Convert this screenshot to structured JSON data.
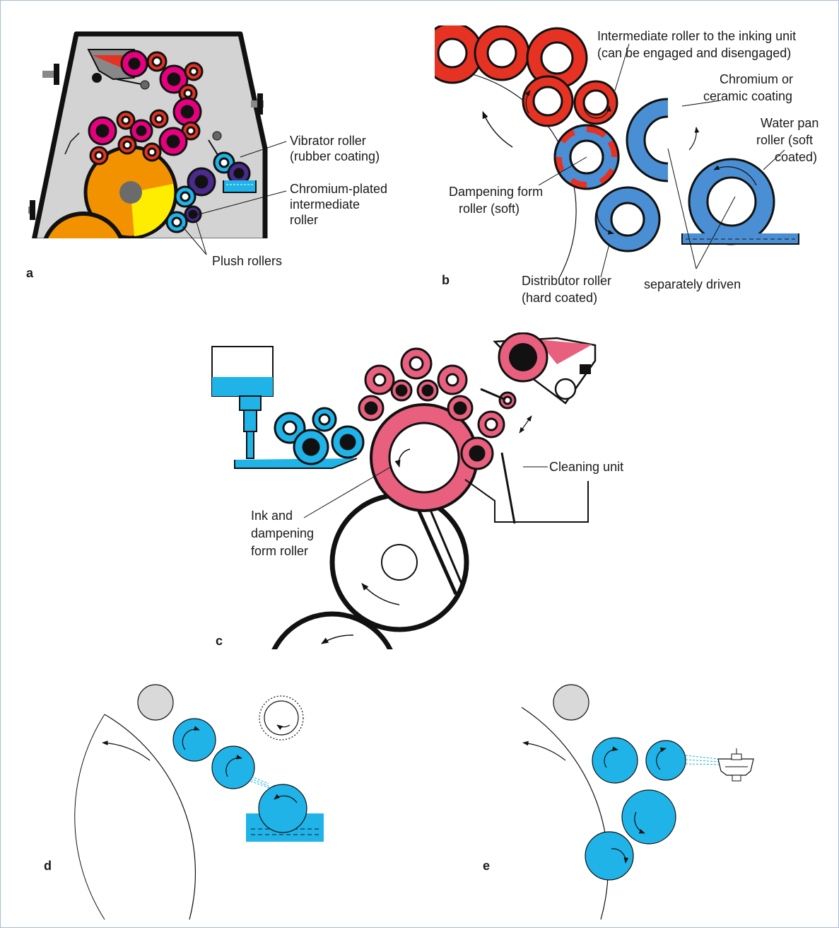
{
  "panels": {
    "a": {
      "letter": "a",
      "vibrator_label": [
        "Vibrator roller",
        "(rubber coating)"
      ],
      "chromium_label": [
        "Chromium-plated",
        "intermediate",
        "roller"
      ],
      "plush_label": "Plush rollers"
    },
    "b": {
      "letter": "b",
      "intermediate_label": [
        "Intermediate roller to the inking unit",
        "(can be engaged and disengaged)"
      ],
      "chromium_label": [
        "Chromium or",
        "ceramic coating"
      ],
      "water_pan_label": [
        "Water pan",
        "roller (soft",
        "coated)"
      ],
      "dampening_label": [
        "Dampening form",
        "roller (soft)"
      ],
      "distributor_label": [
        "Distributor roller",
        "(hard coated)"
      ],
      "driven_label": "separately driven"
    },
    "c": {
      "letter": "c",
      "cleaning_label": "Cleaning unit",
      "form_roller_label": [
        "Ink and",
        "dampening",
        "form roller"
      ]
    },
    "d": {
      "letter": "d"
    },
    "e": {
      "letter": "e"
    }
  },
  "colors": {
    "frame": "#a8bcd6",
    "unit_gray": "#d3d3d3",
    "magenta": "#e6007e",
    "red": "#e53222",
    "orange": "#f39200",
    "yellow": "#ffed00",
    "cyan": "#1fb3e8",
    "violet": "#4a2a8a",
    "blue_b": "#4a8fd4",
    "pink_c": "#e8607e",
    "light_gray": "#d9d9d9"
  }
}
